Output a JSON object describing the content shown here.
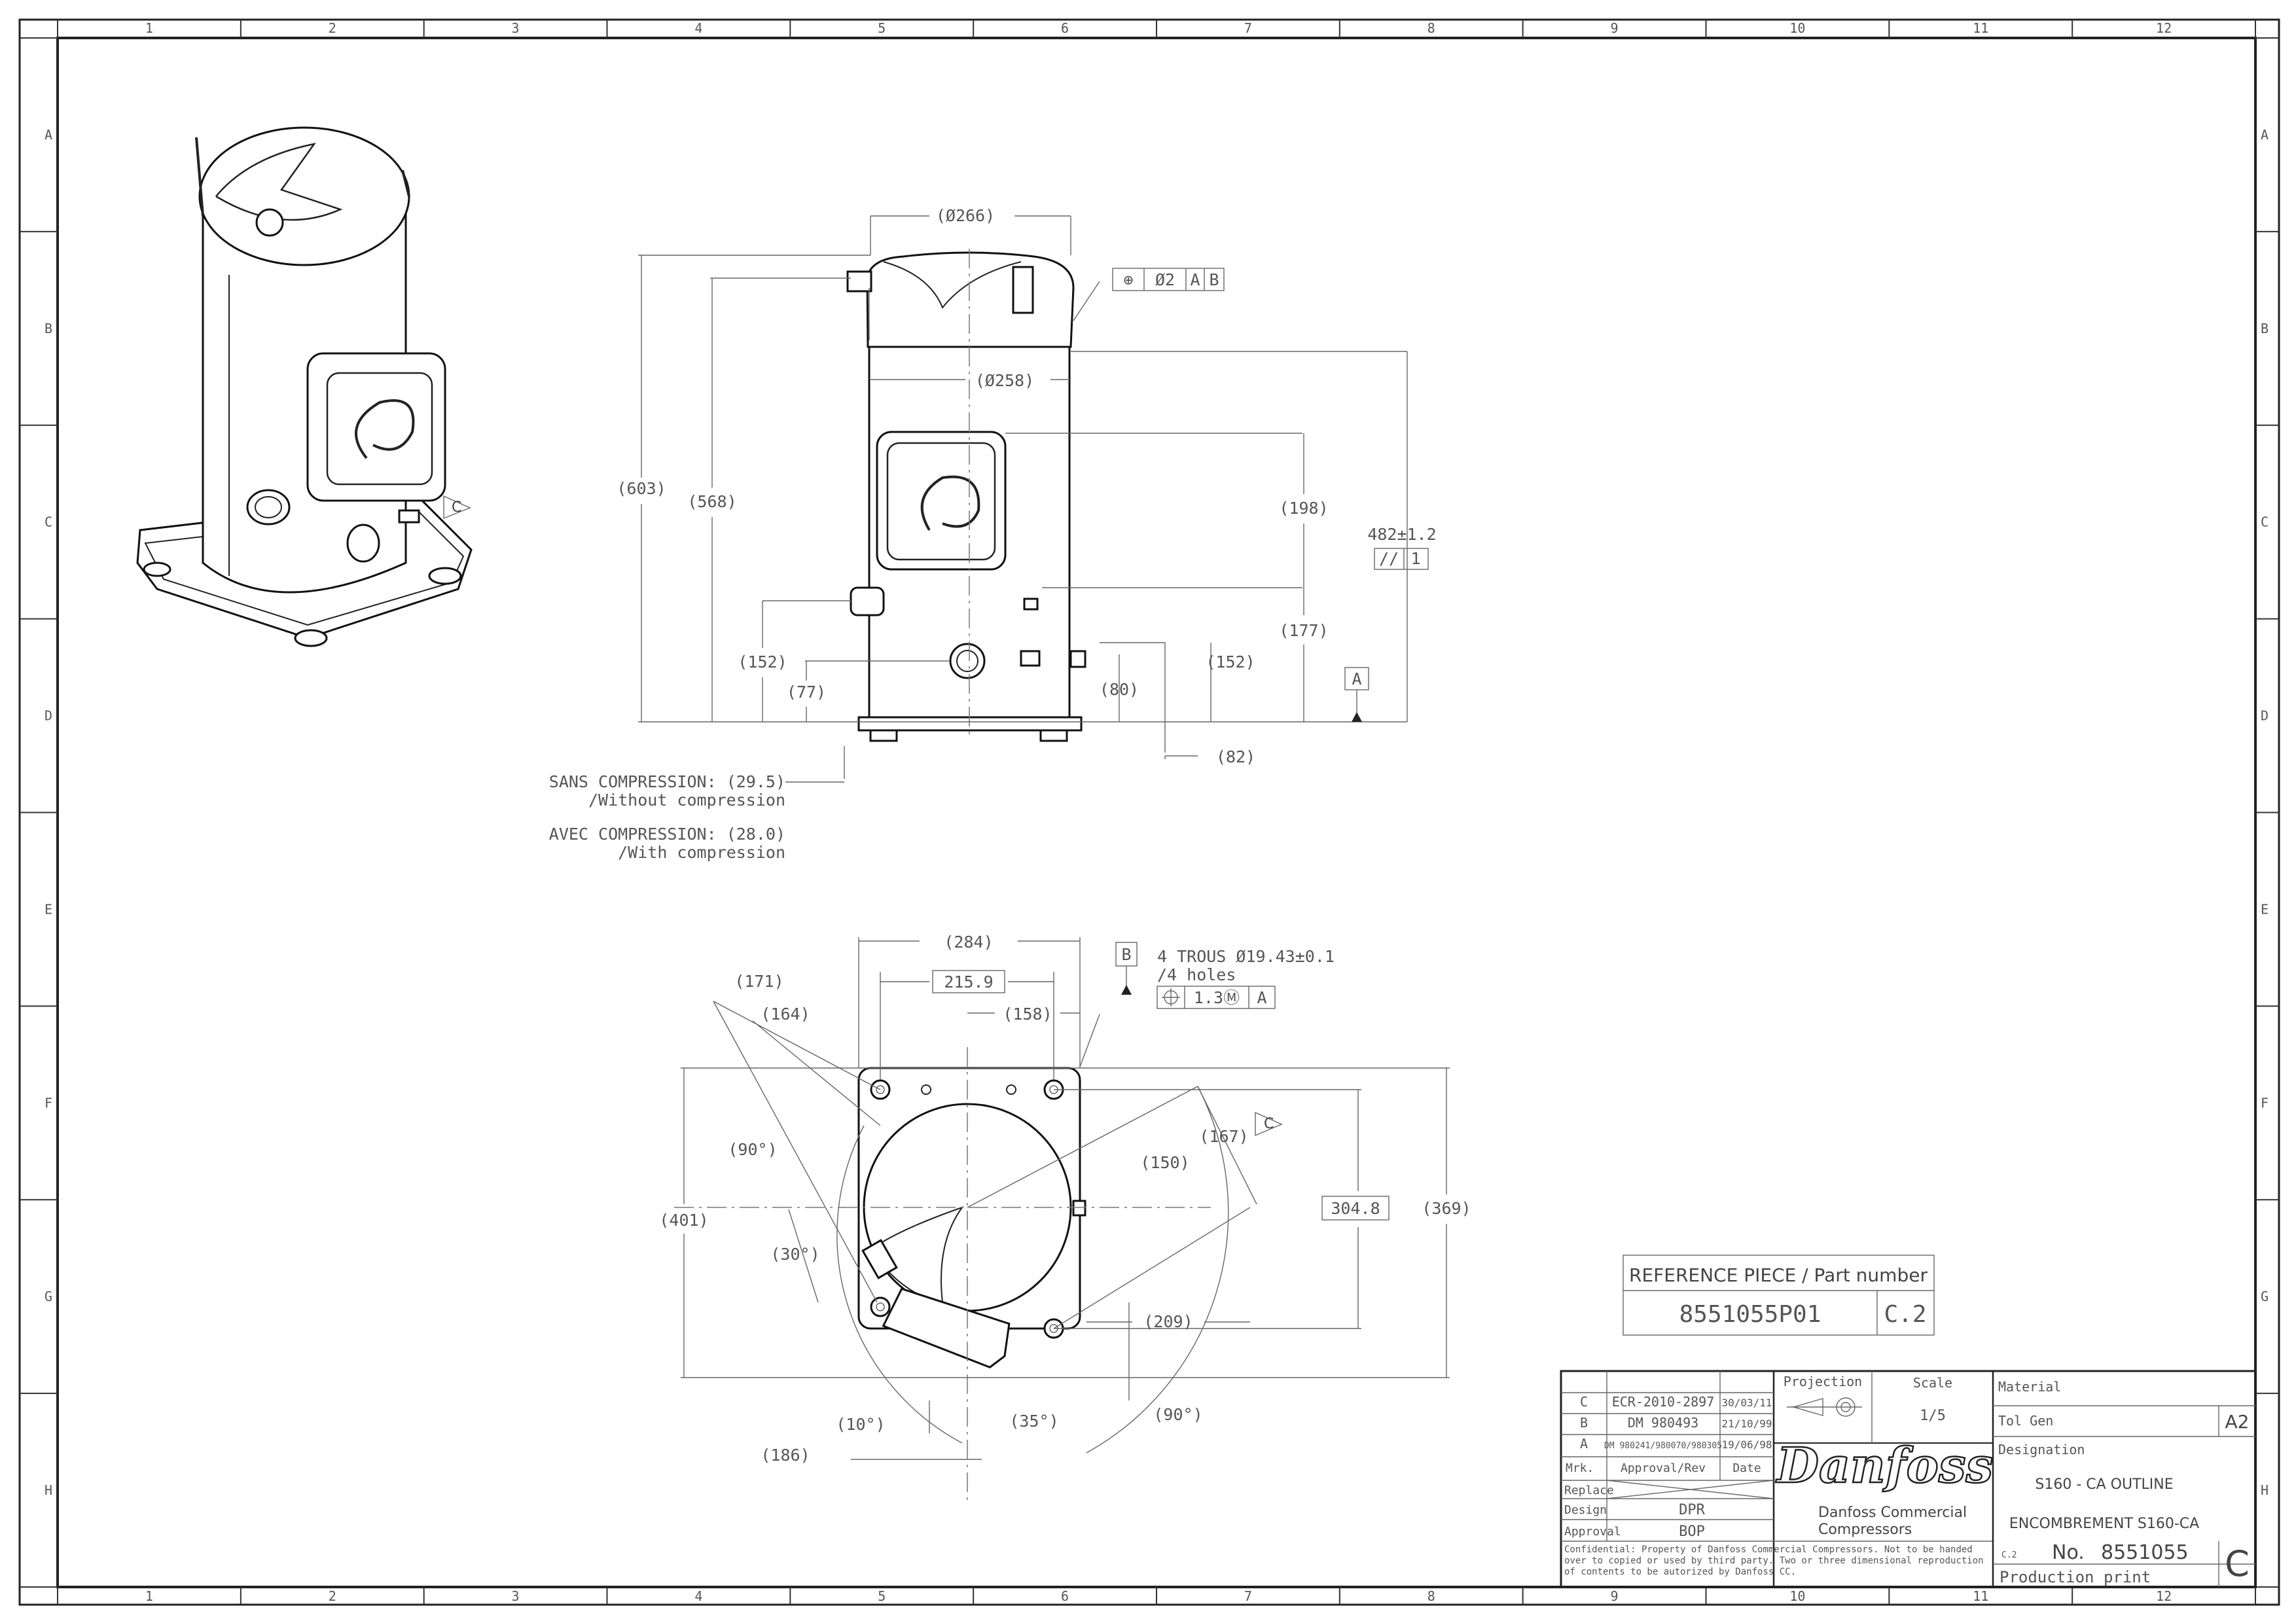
{
  "grid": {
    "columns": [
      "1",
      "2",
      "3",
      "4",
      "5",
      "6",
      "7",
      "8",
      "9",
      "10",
      "11",
      "12"
    ],
    "rows": [
      "A",
      "B",
      "C",
      "D",
      "E",
      "F",
      "G",
      "H"
    ]
  },
  "front_view": {
    "dia_top": "(Ø266)",
    "dia_body": "(Ø258)",
    "h_603": "(603)",
    "h_568": "(568)",
    "h_198": "(198)",
    "h_177": "(177)",
    "h_152_left": "(152)",
    "h_152_right": "(152)",
    "h_77": "(77)",
    "h_80": "(80)",
    "h_82": "(82)",
    "h_482": "482±1.2",
    "parallel_sym": "//",
    "parallel_tol": "1",
    "pos_sym": "⊕",
    "pos_tol": "Ø2",
    "pos_ref_a": "A",
    "pos_ref_b": "B",
    "datum_a": "A",
    "note_sans_1": "SANS COMPRESSION: (29.5)",
    "note_sans_2": "/Without compression",
    "note_avec_1": "AVEC COMPRESSION: (28.0)",
    "note_avec_2": "/With compression"
  },
  "top_view": {
    "d_284": "(284)",
    "d_2159": "215.9",
    "d_158": "(158)",
    "d_171": "(171)",
    "d_164": "(164)",
    "d_90_left": "(90°)",
    "d_401": "(401)",
    "d_30": "(30°)",
    "d_167": "(167)",
    "d_150": "(150)",
    "d_3048": "304.8",
    "d_369": "(369)",
    "d_209": "(209)",
    "d_10": "(10°)",
    "d_35": "(35°)",
    "d_90_right": "(90°)",
    "d_186": "(186)",
    "datum_b": "B",
    "holes_1": "4 TROUS Ø19.43±0.1",
    "holes_2": "/4 holes",
    "holes_pos_tol": "1.3Ⓜ",
    "holes_ref": "A",
    "flag_c": "C"
  },
  "iso_view": {
    "flag_c": "C"
  },
  "reference": {
    "header": "REFERENCE PIECE / Part number",
    "part_number": "8551055P01",
    "rev": "C.2"
  },
  "title_block": {
    "revisions": [
      {
        "mark": "C",
        "ref": "ECR-2010-2897",
        "date": "30/03/11"
      },
      {
        "mark": "B",
        "ref": "DM 980493",
        "date": "21/10/99"
      },
      {
        "mark": "A",
        "ref": "DM 980241/980070/980305",
        "date": "19/06/98"
      }
    ],
    "col_mark": "Mrk.",
    "col_approval": "Approval/Rev",
    "col_date": "Date",
    "replace_label": "Replace",
    "design_label": "Design",
    "design_value": "DPR",
    "approval_label": "Approval",
    "approval_value": "BOP",
    "projection_label": "Projection",
    "scale_label": "Scale",
    "scale_value": "1/5",
    "logo_text": "Danfoss",
    "company_1": "Danfoss Commercial",
    "company_2": "Compressors",
    "material_label": "Material",
    "tol_gen_label": "Tol Gen",
    "format": "A2",
    "designation_label": "Designation",
    "designation_1": "S160 - CA OUTLINE",
    "designation_2": "ENCOMBREMENT S160-CA",
    "confidential": [
      "Confidential: Property of Danfoss Commercial Compressors. Not to be handed",
      "over to copied or used by third party. Two or three dimensional reproduction",
      "of contents to be autorized by Danfoss CC."
    ],
    "no_rev": "C.2",
    "no_label": "No.",
    "drawing_number": "8551055",
    "drawing_rev": "C",
    "production": "Production print"
  }
}
